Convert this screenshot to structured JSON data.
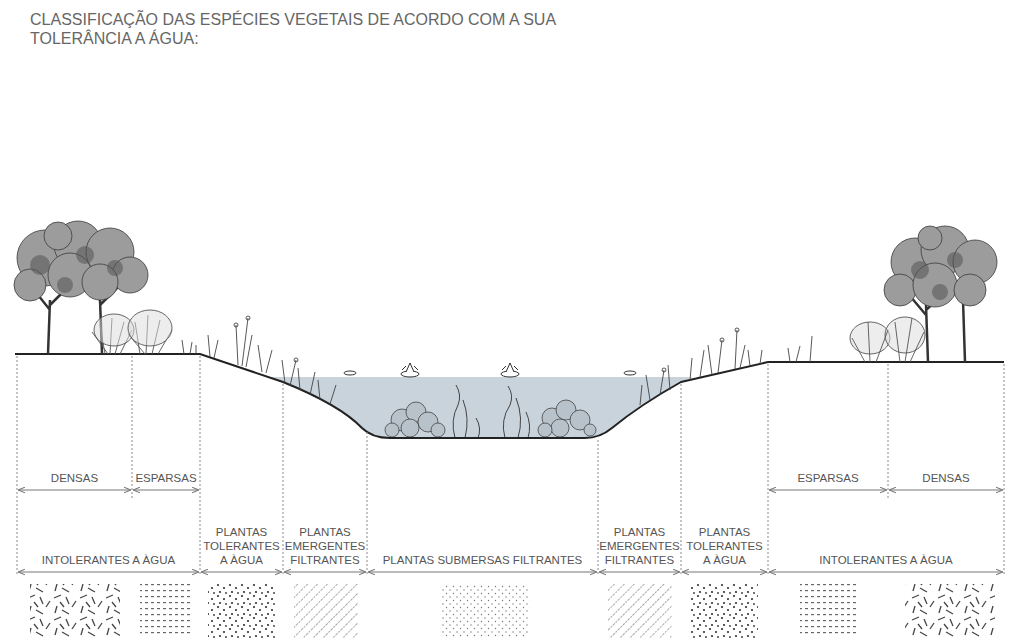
{
  "diagram": {
    "title": "CLASSIFICAÇÃO DAS ESPÉCIES VEGETAIS DE ACORDO COM A SUA TOLERÂNCIA A ÁGUA:",
    "labels": [
      "DENSAS",
      "ESPARSAS",
      "ESPARSAS",
      "DENSAS",
      "INTOLERANTES A ÀGUA",
      "PLANTAS TOLERANTES A ÀGUA",
      "PLANTAS EMERGENTES FILTRANTES",
      "PLANTAS SUBMERSAS FILTRANTES",
      "PLANTAS EMERGENTES FILTRANTES",
      "PLANTAS TOLERANTES A ÀGUA",
      "INTOLERANTES A ÀGUA"
    ]
  }
}
